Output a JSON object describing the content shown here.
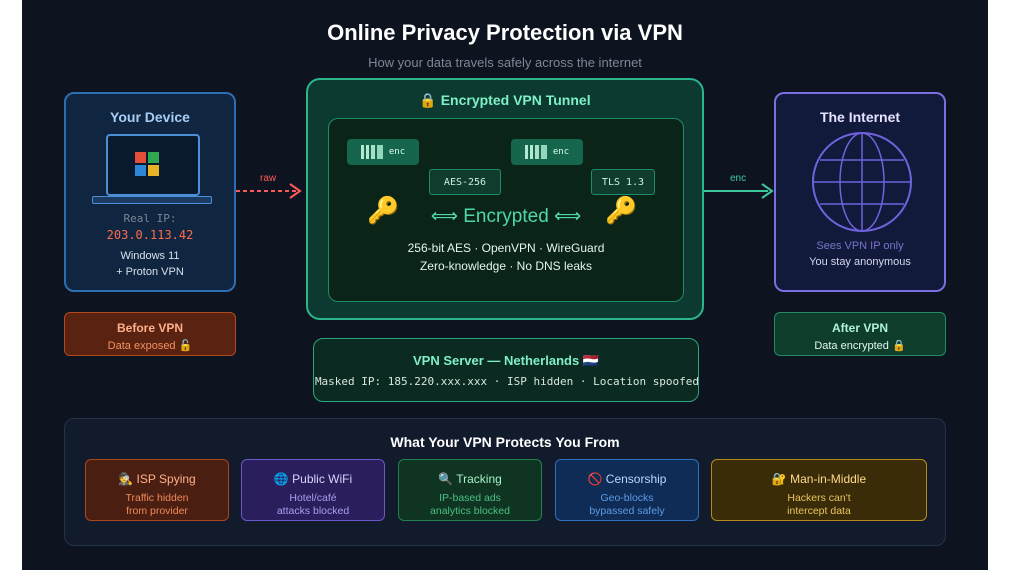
{
  "title": "Online Privacy Protection via VPN",
  "subtitle": "How your data travels safely across the internet",
  "device": {
    "title": "Your Device",
    "real_ip_label": "Real IP:",
    "real_ip": "203.0.113.42",
    "os_line1": "Windows 11",
    "os_line2": "+ Proton VPN"
  },
  "flow": {
    "raw_label": "raw",
    "enc_label": "enc"
  },
  "tunnel": {
    "title": "🔒 Encrypted VPN Tunnel",
    "chip_left": "enc",
    "chip_right": "enc",
    "tag_left": "AES-256",
    "tag_right": "TLS 1.3",
    "key_icon": "🔑",
    "status": "⟺ Encrypted ⟺",
    "protocols": "256-bit AES · OpenVPN · WireGuard",
    "guarantees": "Zero-knowledge · No DNS leaks"
  },
  "internet": {
    "title": "The Internet",
    "sees": "Sees VPN IP only",
    "anon": "You stay anonymous"
  },
  "before": {
    "title": "Before VPN",
    "status": "Data exposed 🔓"
  },
  "after": {
    "title": "After VPN",
    "status": "Data encrypted 🔒"
  },
  "server": {
    "title": "VPN Server — Netherlands 🇳🇱",
    "details": "Masked IP: 185.220.xxx.xxx · ISP hidden · Location spoofed"
  },
  "protections": {
    "heading": "What Your VPN Protects You From",
    "cards": [
      {
        "title": "🕵 ISP Spying",
        "line1": "Traffic hidden",
        "line2": "from provider"
      },
      {
        "title": "🌐 Public WiFi",
        "line1": "Hotel/café",
        "line2": "attacks blocked"
      },
      {
        "title": "🔍 Tracking",
        "line1": "IP-based ads",
        "line2": "analytics blocked"
      },
      {
        "title": "🚫 Censorship",
        "line1": "Geo-blocks",
        "line2": "bypassed safely"
      },
      {
        "title": "🔐 Man-in-Middle",
        "line1": "Hackers can't",
        "line2": "intercept data"
      }
    ]
  },
  "colors": {
    "raw_arrow": "#ff5a5a",
    "enc_arrow": "#3cc89a",
    "windows_red": "#e2503a",
    "windows_green": "#2fa84f",
    "windows_blue": "#2f86d8",
    "windows_yellow": "#e8b324"
  }
}
